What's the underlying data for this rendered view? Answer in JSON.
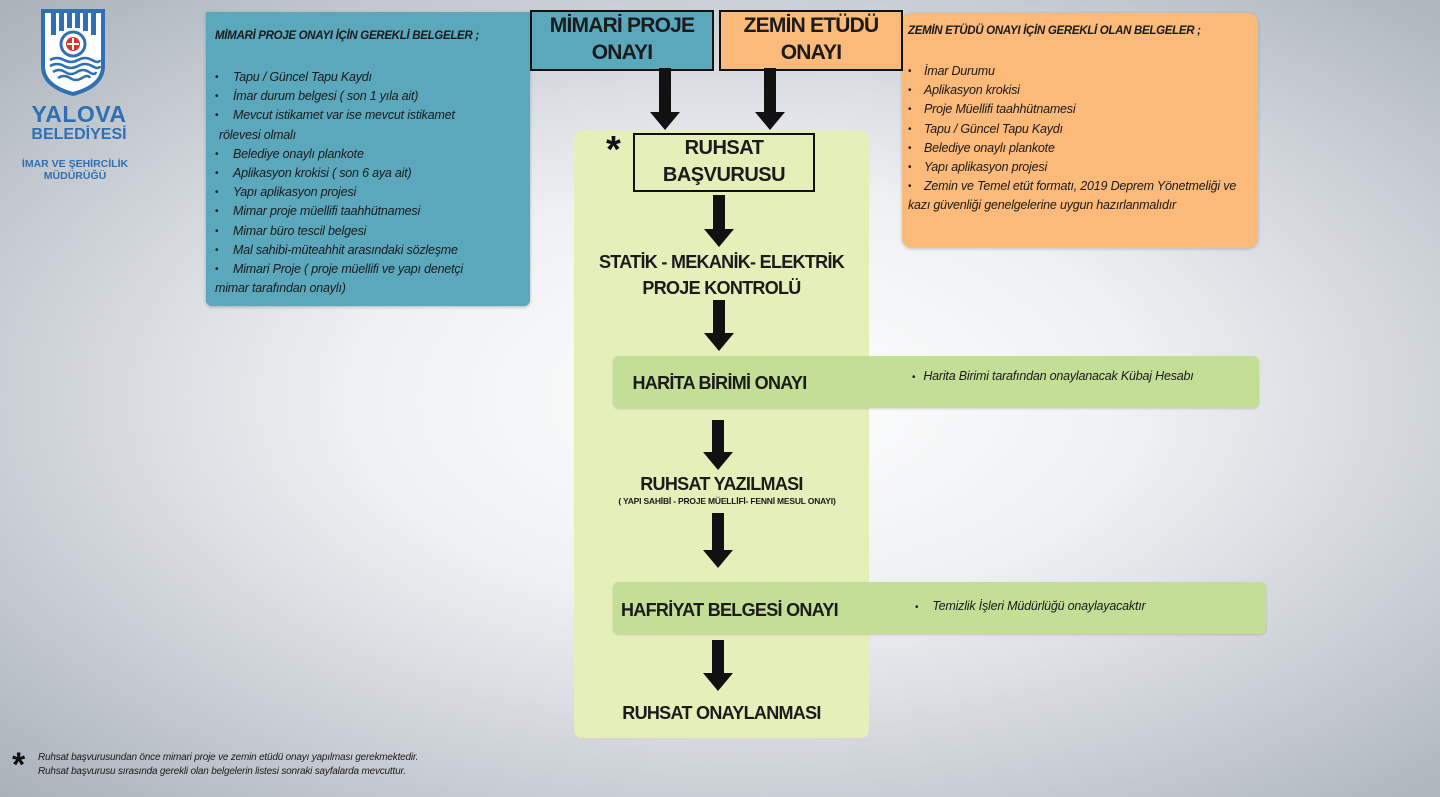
{
  "logo": {
    "line1": "YALOVA",
    "line2": "BELEDİYESİ",
    "line3a": "İMAR VE ŞEHİRCİLİK",
    "line3b": "MÜDÜRÜĞÜ",
    "color": "#2f6fb3"
  },
  "mimari_list": {
    "title": "MİMARİ PROJE ONAYI İÇİN GEREKLİ BELGELER ;",
    "items": [
      "Tapu / Güncel Tapu Kaydı",
      "İmar durum belgesi  ( son 1 yıla ait)",
      "Mevcut istikamet var ise mevcut istikamet",
      "Belediye onaylı plankote",
      "Aplikasyon krokisi ( son 6 aya ait)",
      "Yapı aplikasyon projesi",
      "Mimar proje müellifi taahhütnamesi",
      "Mimar büro tescil belgesi",
      "Mal sahibi-müteahhit arasındaki sözleşme",
      "Mimari Proje ( proje müellifi ve yapı denetçi"
    ],
    "item3_cont": "rölevesi olmalı",
    "item10_cont": "mimar tarafından onaylı)",
    "color": "#5ba8bd"
  },
  "zemin_list": {
    "title": "ZEMİN ETÜDÜ ONAYI İÇİN GEREKLİ OLAN BELGELER ;",
    "items": [
      "İmar Durumu",
      "Aplikasyon krokisi",
      "Proje Müellifi taahhütnamesi",
      "Tapu / Güncel Tapu Kaydı",
      "Belediye onaylı plankote",
      "Yapı aplikasyon projesi",
      "Zemin ve Temel etüt formatı, 2019 Deprem Yönetmeliği ve"
    ],
    "item7_cont": "kazı güvenliği genelgelerine uygun hazırlanmalıdır",
    "color": "#fbb97a"
  },
  "headers": {
    "mimari_l1": "MİMARİ PROJE",
    "mimari_l2": "ONAYI",
    "zemin_l1": "ZEMİN ETÜDÜ",
    "zemin_l2": "ONAYI"
  },
  "flow": {
    "star": "*",
    "ruhsat_l1": "RUHSAT",
    "ruhsat_l2": "BAŞVURUSU",
    "statik_l1": "STATİK - MEKANİK- ELEKTRİK",
    "statik_l2": "PROJE KONTROLÜ",
    "harita": "HARİTA BİRİMİ ONAYI",
    "harita_note": "Harita Birimi tarafından onaylanacak Kübaj Hesabı",
    "ruhsat_yaz": "RUHSAT YAZILMASI",
    "ruhsat_yaz_sub": "( YAPI SAHİBİ - PROJE MÜELLİFİ- FENNİ MESUL ONAYI)",
    "hafriyat": "HAFRİYAT BELGESİ ONAYI",
    "hafriyat_note": "Temizlik İşleri Müdürlüğü onaylayacaktır",
    "onay": "RUHSAT ONAYLANMASI",
    "col_color": "#e4efba",
    "row_color": "#c3de95"
  },
  "footnote": {
    "star": "*",
    "line1": "Ruhsat başvurusundan önce mimari proje ve zemin etüdü onayı yapılması gerekmektedir.",
    "line2": "Ruhsat başvurusu sırasında gerekli olan belgelerin listesi sonraki sayfalarda mevcuttur."
  }
}
